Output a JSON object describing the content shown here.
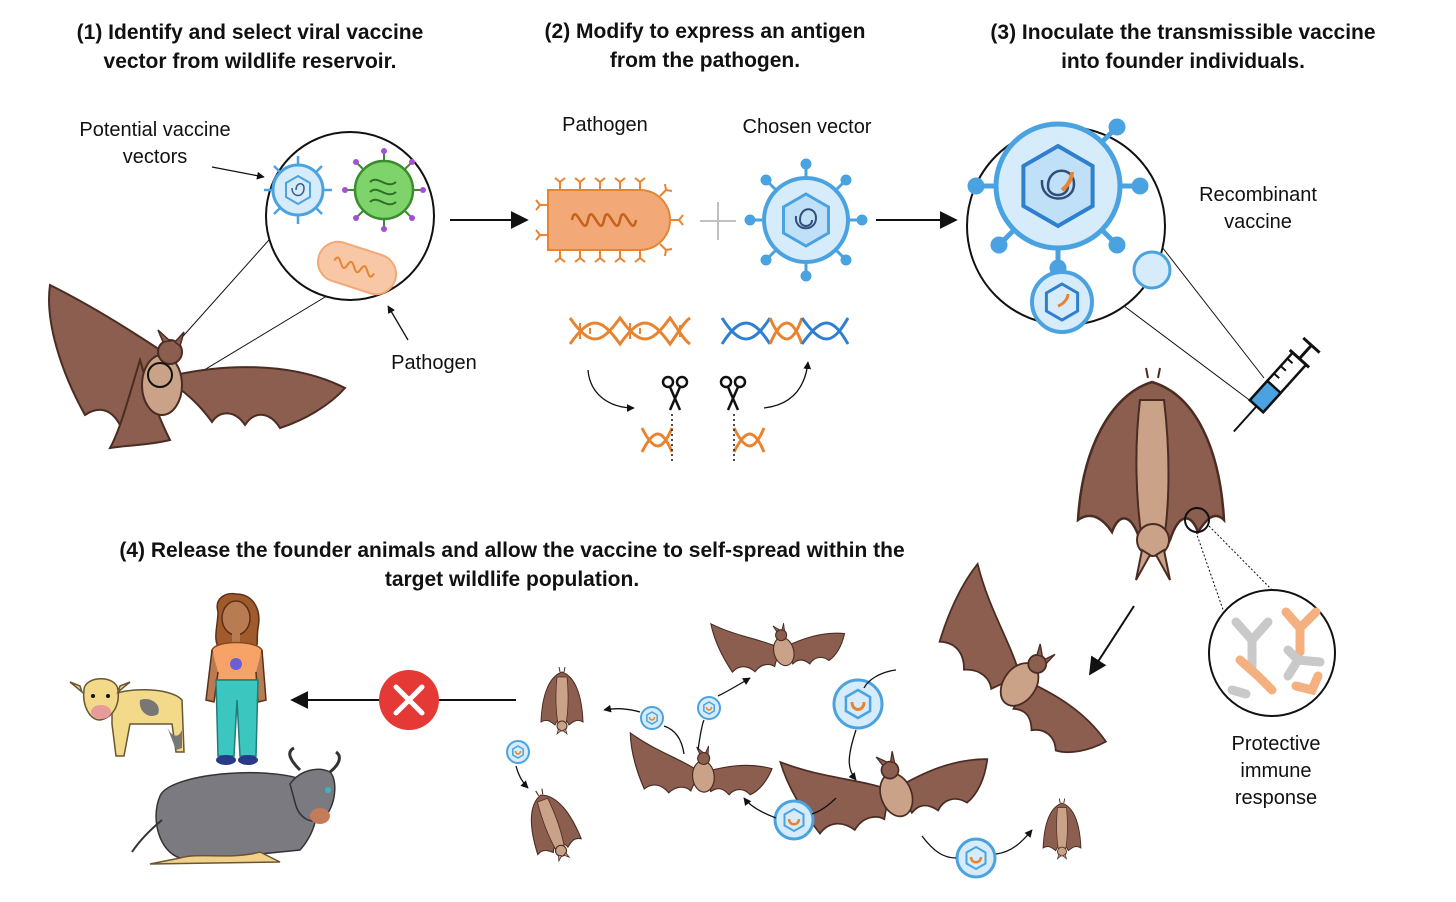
{
  "steps": {
    "step1": {
      "line1": "(1) Identify and select viral vaccine",
      "line2": "vector from wildlife reservoir."
    },
    "step2": {
      "line1": "(2) Modify to express an antigen",
      "line2": "from the pathogen."
    },
    "step3": {
      "line1": "(3) Inoculate the transmissible vaccine",
      "line2": "into founder individuals."
    },
    "step4": {
      "line1": "(4) Release the founder animals and allow the vaccine to self-spread within the",
      "line2": "target wildlife population."
    }
  },
  "labels": {
    "potential_vectors": {
      "line1": "Potential vaccine",
      "line2": "vectors"
    },
    "pathogen_step1": "Pathogen",
    "pathogen_step2": "Pathogen",
    "chosen_vector": "Chosen vector",
    "recombinant": {
      "line1": "Recombinant",
      "line2": "vaccine"
    },
    "protective": {
      "line1": "Protective",
      "line2": "immune",
      "line3": "response"
    }
  },
  "colors": {
    "bat_brown": "#8b5e50",
    "bat_dark": "#4a2c22",
    "bat_body": "#c9a288",
    "virus_blue": "#4aa3e0",
    "virus_light": "#d6ecfb",
    "pathogen_orange": "#f2a877",
    "dna_orange": "#e8842f",
    "dna_blue": "#2f7fd0",
    "green_virus": "#7fd36b",
    "block_red": "#e53935",
    "antibody_orange": "#f4b07e",
    "antibody_grey": "#c9c9c9"
  },
  "icons": [
    "bat-icon",
    "virus-icon",
    "pathogen-icon",
    "dna-icon",
    "scissors-icon",
    "syringe-icon",
    "antibody-icon",
    "cow-icon",
    "person-icon",
    "no-entry-icon"
  ]
}
